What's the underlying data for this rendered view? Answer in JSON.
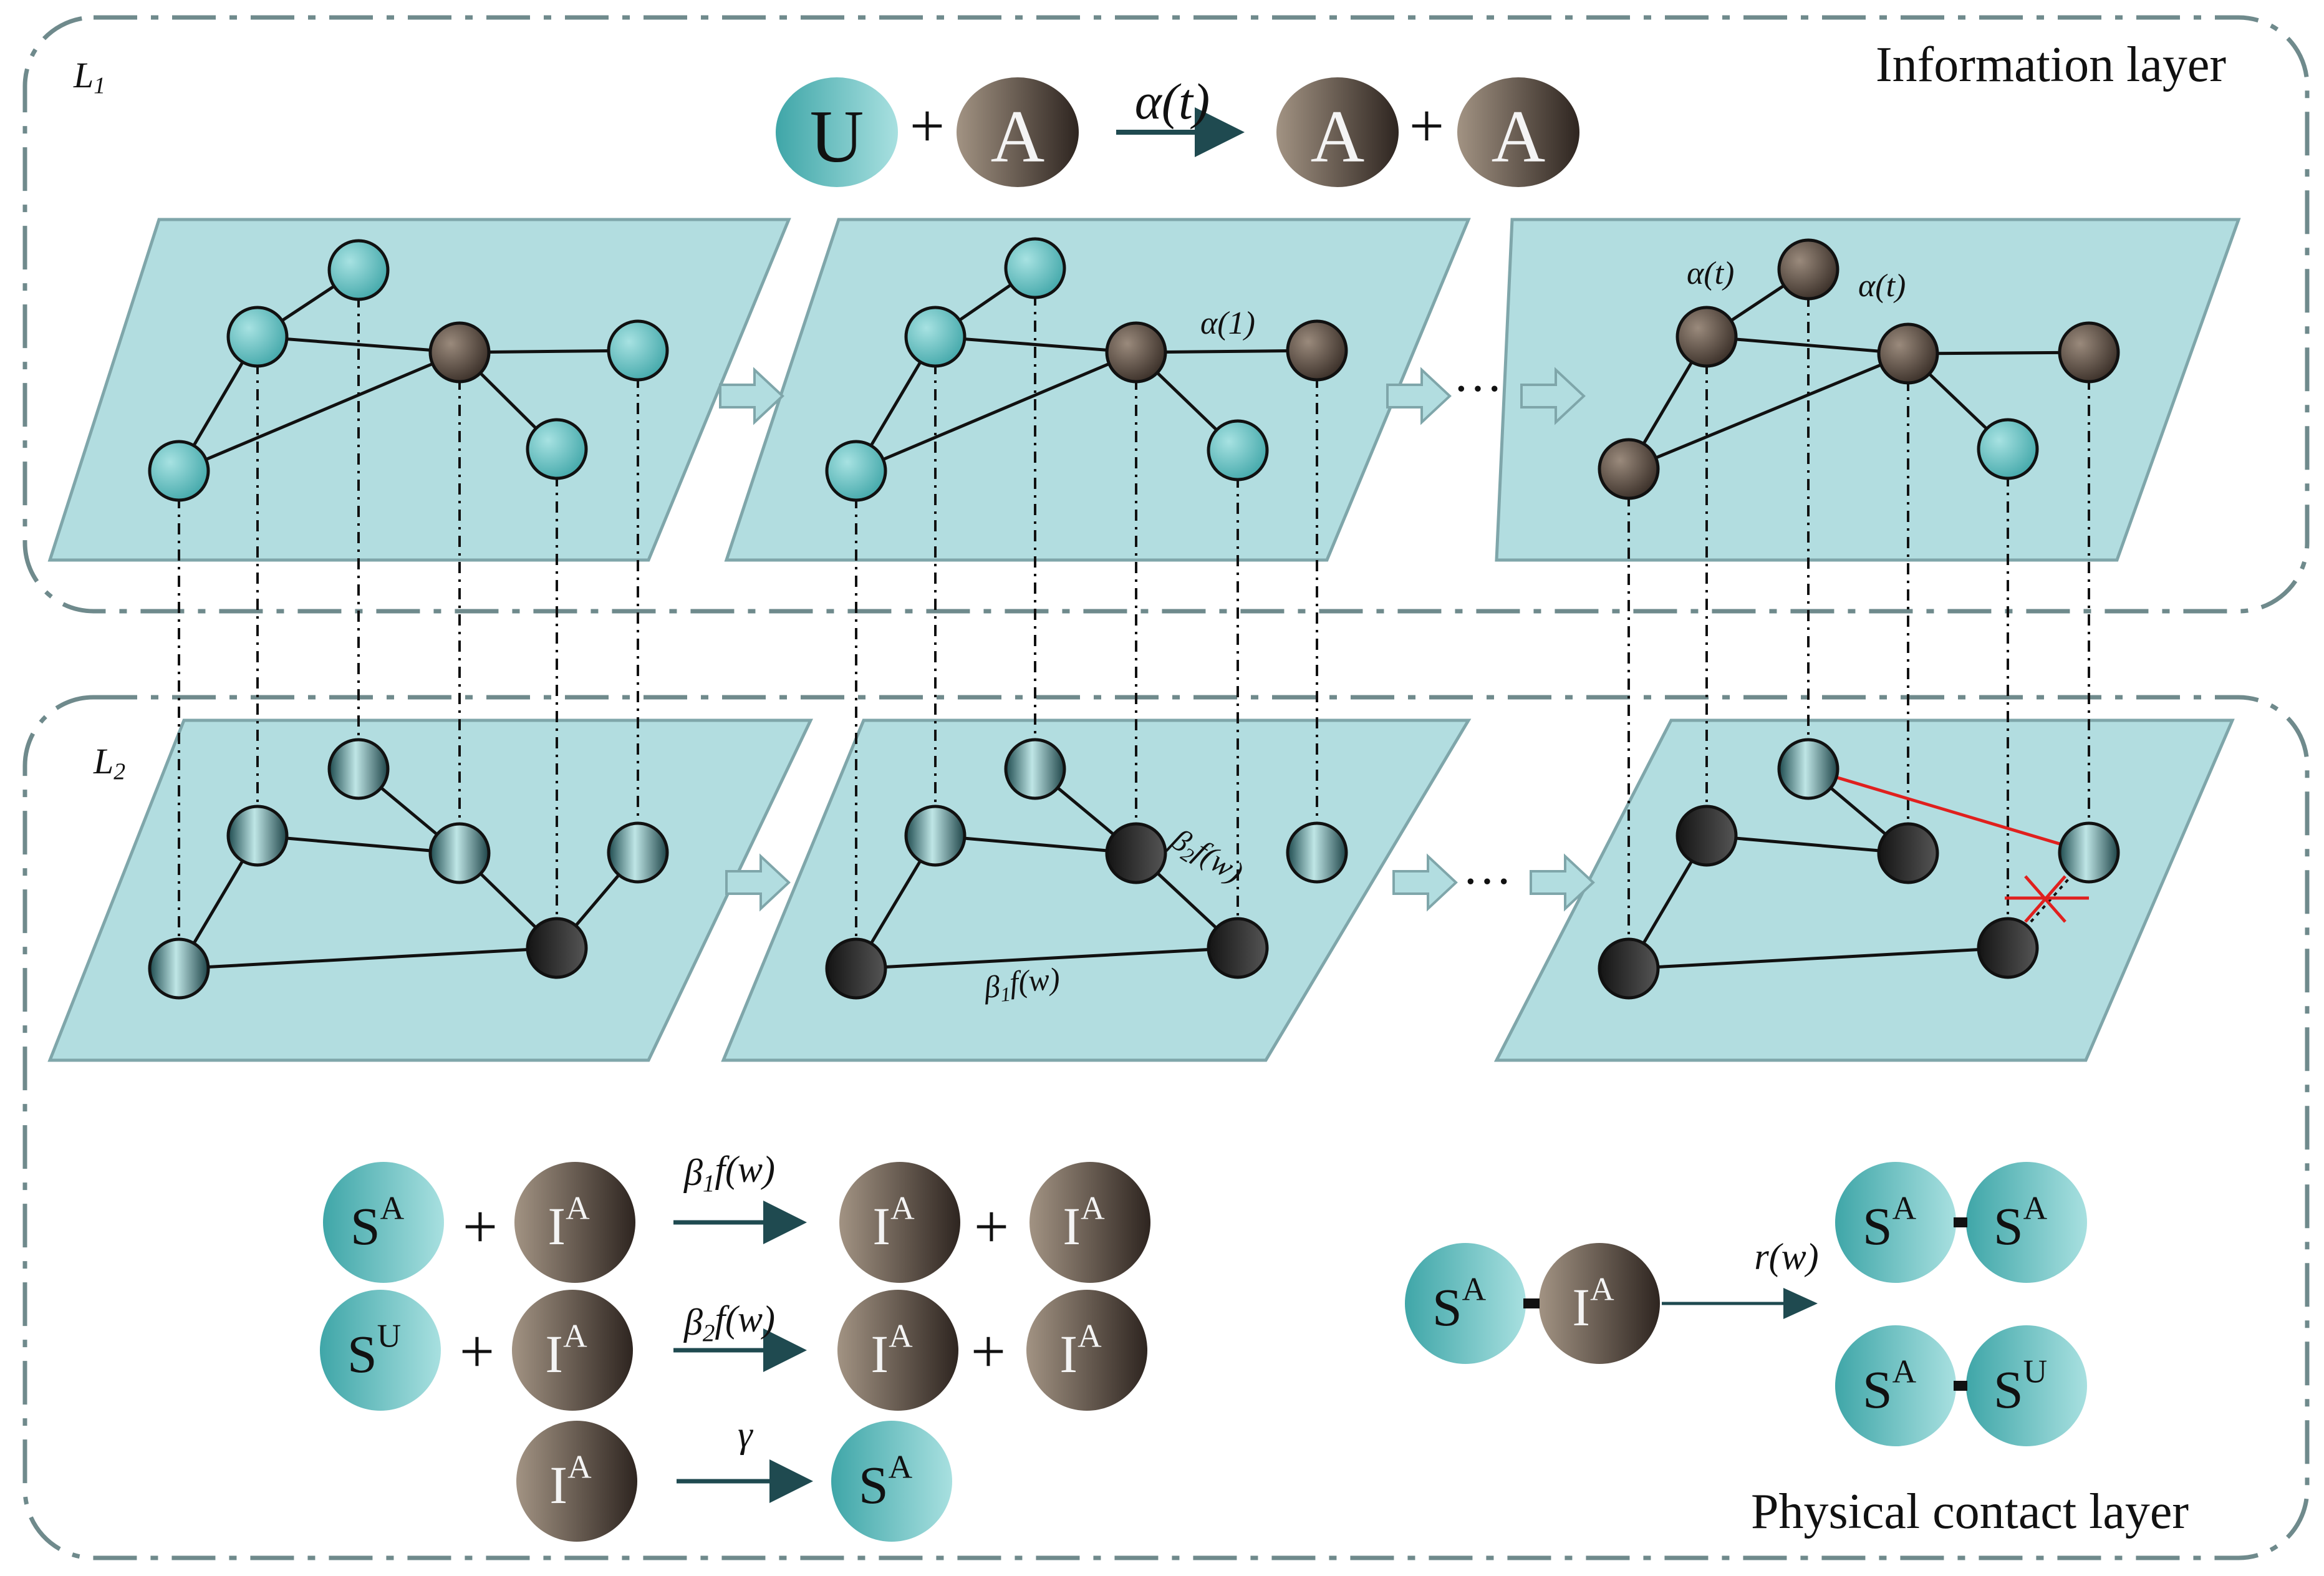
{
  "layers": {
    "information": {
      "corner_label": "L1",
      "title": "Information layer",
      "reaction": {
        "left": [
          "U",
          "A"
        ],
        "rate": "α(t)",
        "right": [
          "A",
          "A"
        ],
        "plus": "+"
      },
      "edge_labels": [
        "α(1)",
        "α(t)",
        "α(t)"
      ]
    },
    "physical": {
      "corner_label": "L2",
      "title": "Physical contact layer",
      "edge_labels": [
        "β2f(w)",
        "β1f(w)"
      ]
    }
  },
  "ellipsis": "···",
  "reactions_physical": [
    {
      "a": "SA",
      "b": "IA",
      "rate": "β1f(w)",
      "c": "IA",
      "d": "IA"
    },
    {
      "a": "SU",
      "b": "IA",
      "rate": "β2f(w)",
      "c": "IA",
      "d": "IA"
    },
    {
      "a": "IA",
      "rate": "γ",
      "c": "SA"
    }
  ],
  "rewiring": {
    "a": "SA",
    "b": "IA",
    "rate": "r(w)",
    "out1": [
      "SA",
      "SA"
    ],
    "out2": [
      "SA",
      "SU"
    ]
  },
  "colors": {
    "plane": "#b2dde0",
    "plane_edge": "#7fa6aa",
    "teal": "#5fbcbd",
    "brown": "#5b4d44",
    "dark": "#222222",
    "arrow": "#1f4a50",
    "border": "#6f8a8c",
    "cut_edge": "#e0201e"
  }
}
